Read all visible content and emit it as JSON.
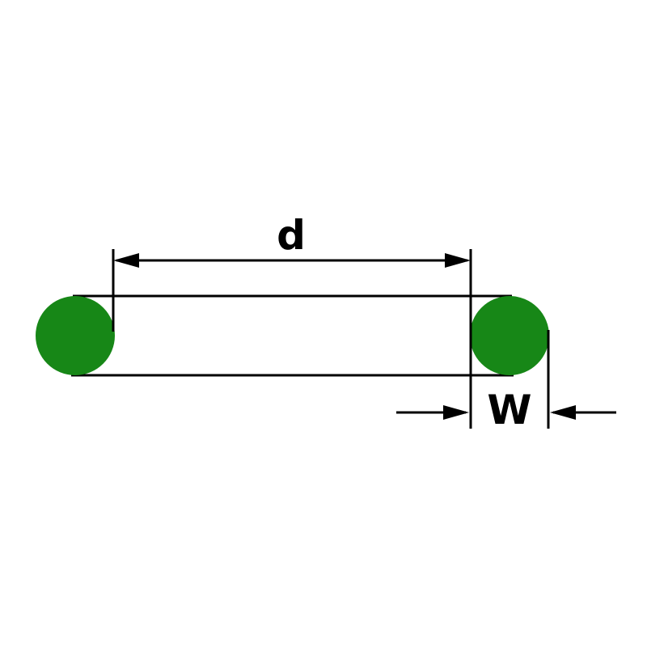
{
  "diagram": {
    "kind": "o-ring-dimension-drawing",
    "labels": {
      "inner_diameter": "d",
      "cross_section_width": "W"
    },
    "colors": {
      "ring": "#178717",
      "line": "#000000",
      "background": "#ffffff"
    }
  }
}
